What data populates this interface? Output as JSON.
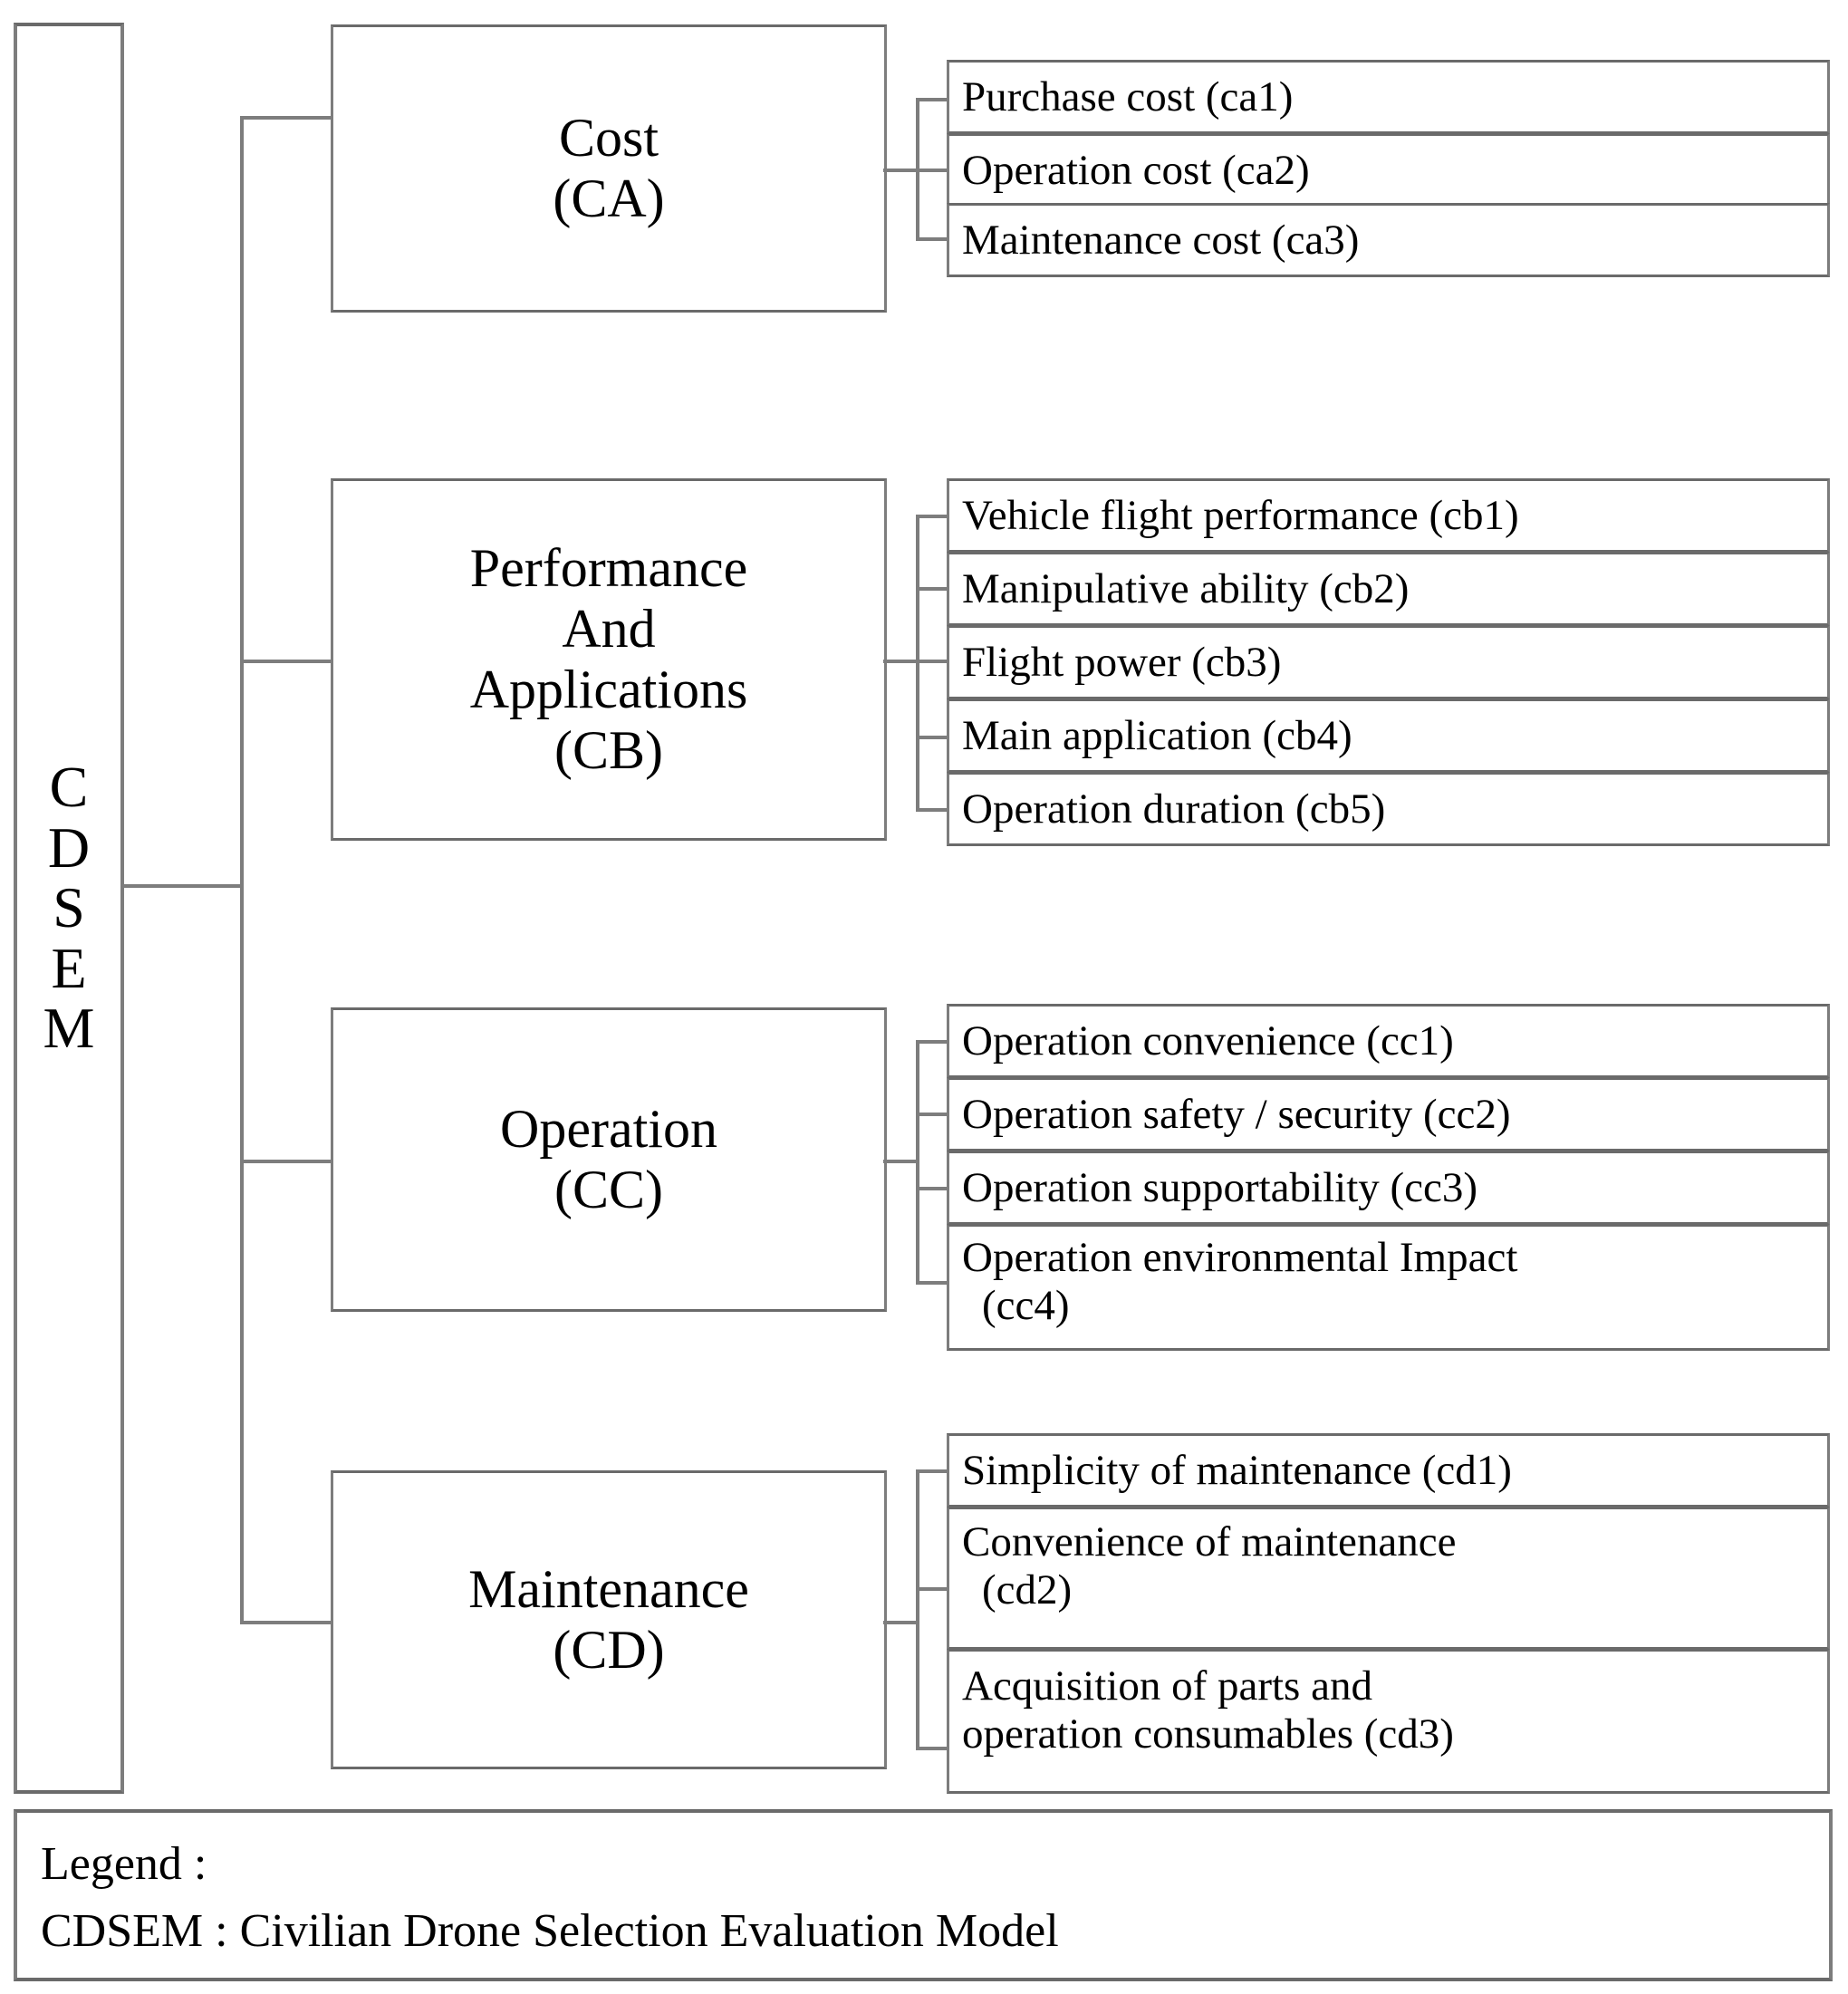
{
  "diagram": {
    "title": "Civilian Drone Selection Evaluation Model hierarchy",
    "root": {
      "label": "CDSEM",
      "letters": [
        "C",
        "D",
        "S",
        "E",
        "M"
      ]
    },
    "categories": [
      {
        "id": "CA",
        "lines": [
          "Cost",
          "(CA)"
        ],
        "criteria": [
          {
            "code": "ca1",
            "lines": [
              "Purchase cost (ca1)"
            ]
          },
          {
            "code": "ca2",
            "lines": [
              "Operation cost (ca2)"
            ]
          },
          {
            "code": "ca3",
            "lines": [
              "Maintenance cost (ca3)"
            ]
          }
        ]
      },
      {
        "id": "CB",
        "lines": [
          "Performance",
          "And",
          "Applications",
          "(CB)"
        ],
        "criteria": [
          {
            "code": "cb1",
            "lines": [
              "Vehicle  flight performance (cb1)"
            ]
          },
          {
            "code": "cb2",
            "lines": [
              "Manipulative ability (cb2)"
            ]
          },
          {
            "code": "cb3",
            "lines": [
              "Flight  power (cb3)"
            ]
          },
          {
            "code": "cb4",
            "lines": [
              "Main application (cb4)"
            ]
          },
          {
            "code": "cb5",
            "lines": [
              "Operation duration (cb5)"
            ]
          }
        ]
      },
      {
        "id": "CC",
        "lines": [
          "Operation",
          "(CC)"
        ],
        "criteria": [
          {
            "code": "cc1",
            "lines": [
              "Operation convenience (cc1)"
            ]
          },
          {
            "code": "cc2",
            "lines": [
              "Operation safety / security (cc2)"
            ]
          },
          {
            "code": "cc3",
            "lines": [
              "Operation supportability (cc3)"
            ]
          },
          {
            "code": "cc4",
            "lines": [
              "Operation environmental Impact",
              "(cc4)"
            ]
          }
        ]
      },
      {
        "id": "CD",
        "lines": [
          "Maintenance",
          "(CD)"
        ],
        "criteria": [
          {
            "code": "cd1",
            "lines": [
              "Simplicity  of maintenance (cd1)"
            ]
          },
          {
            "code": "cd2",
            "lines": [
              "Convenience of maintenance",
              "(cd2)"
            ]
          },
          {
            "code": "cd3",
            "lines": [
              "Acquisition  of parts and",
              "operation consumables (cd3)"
            ]
          }
        ]
      }
    ],
    "legend": {
      "heading": "Legend :",
      "entry": "CDSEM : Civilian  Drone Selection Evaluation Model"
    },
    "colors": {
      "line": "#7d7d7d",
      "text": "#000000",
      "background": "#ffffff"
    }
  }
}
